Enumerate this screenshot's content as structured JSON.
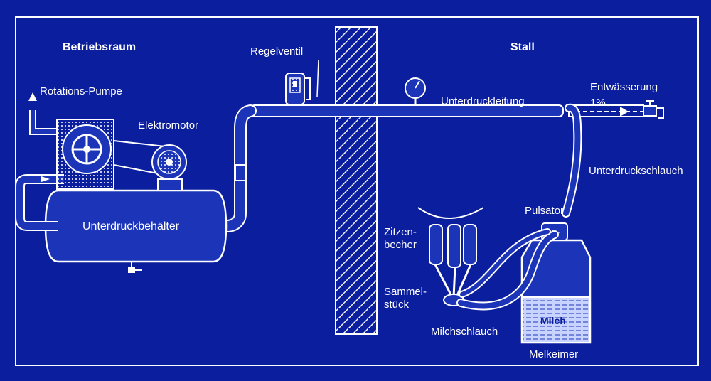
{
  "labels": {
    "betriebsraum": "Betriebsraum",
    "stall": "Stall",
    "rotations_pumpe": "Rotations-Pumpe",
    "elektromotor": "Elektromotor",
    "regelventil": "Regelventil",
    "unterdruckbehaelter": "Unterdruckbehälter",
    "unterdruckleitung": "Unterdruckleitung",
    "entwaesserung": "Entwässerung",
    "gefaelle": "1%",
    "unterdruckschlauch": "Unterdruckschlauch",
    "pulsator": "Pulsator",
    "zitzenbecher_1": "Zitzen-",
    "zitzenbecher_2": "becher",
    "sammelstueck_1": "Sammel-",
    "sammelstueck_2": "stück",
    "milchschlauch": "Milchschlauch",
    "milch": "Milch",
    "melkeimer": "Melkeimer"
  },
  "colors": {
    "background": "#0a1e9e",
    "line": "#ffffff",
    "pipe_fill": "#1b34b8"
  }
}
